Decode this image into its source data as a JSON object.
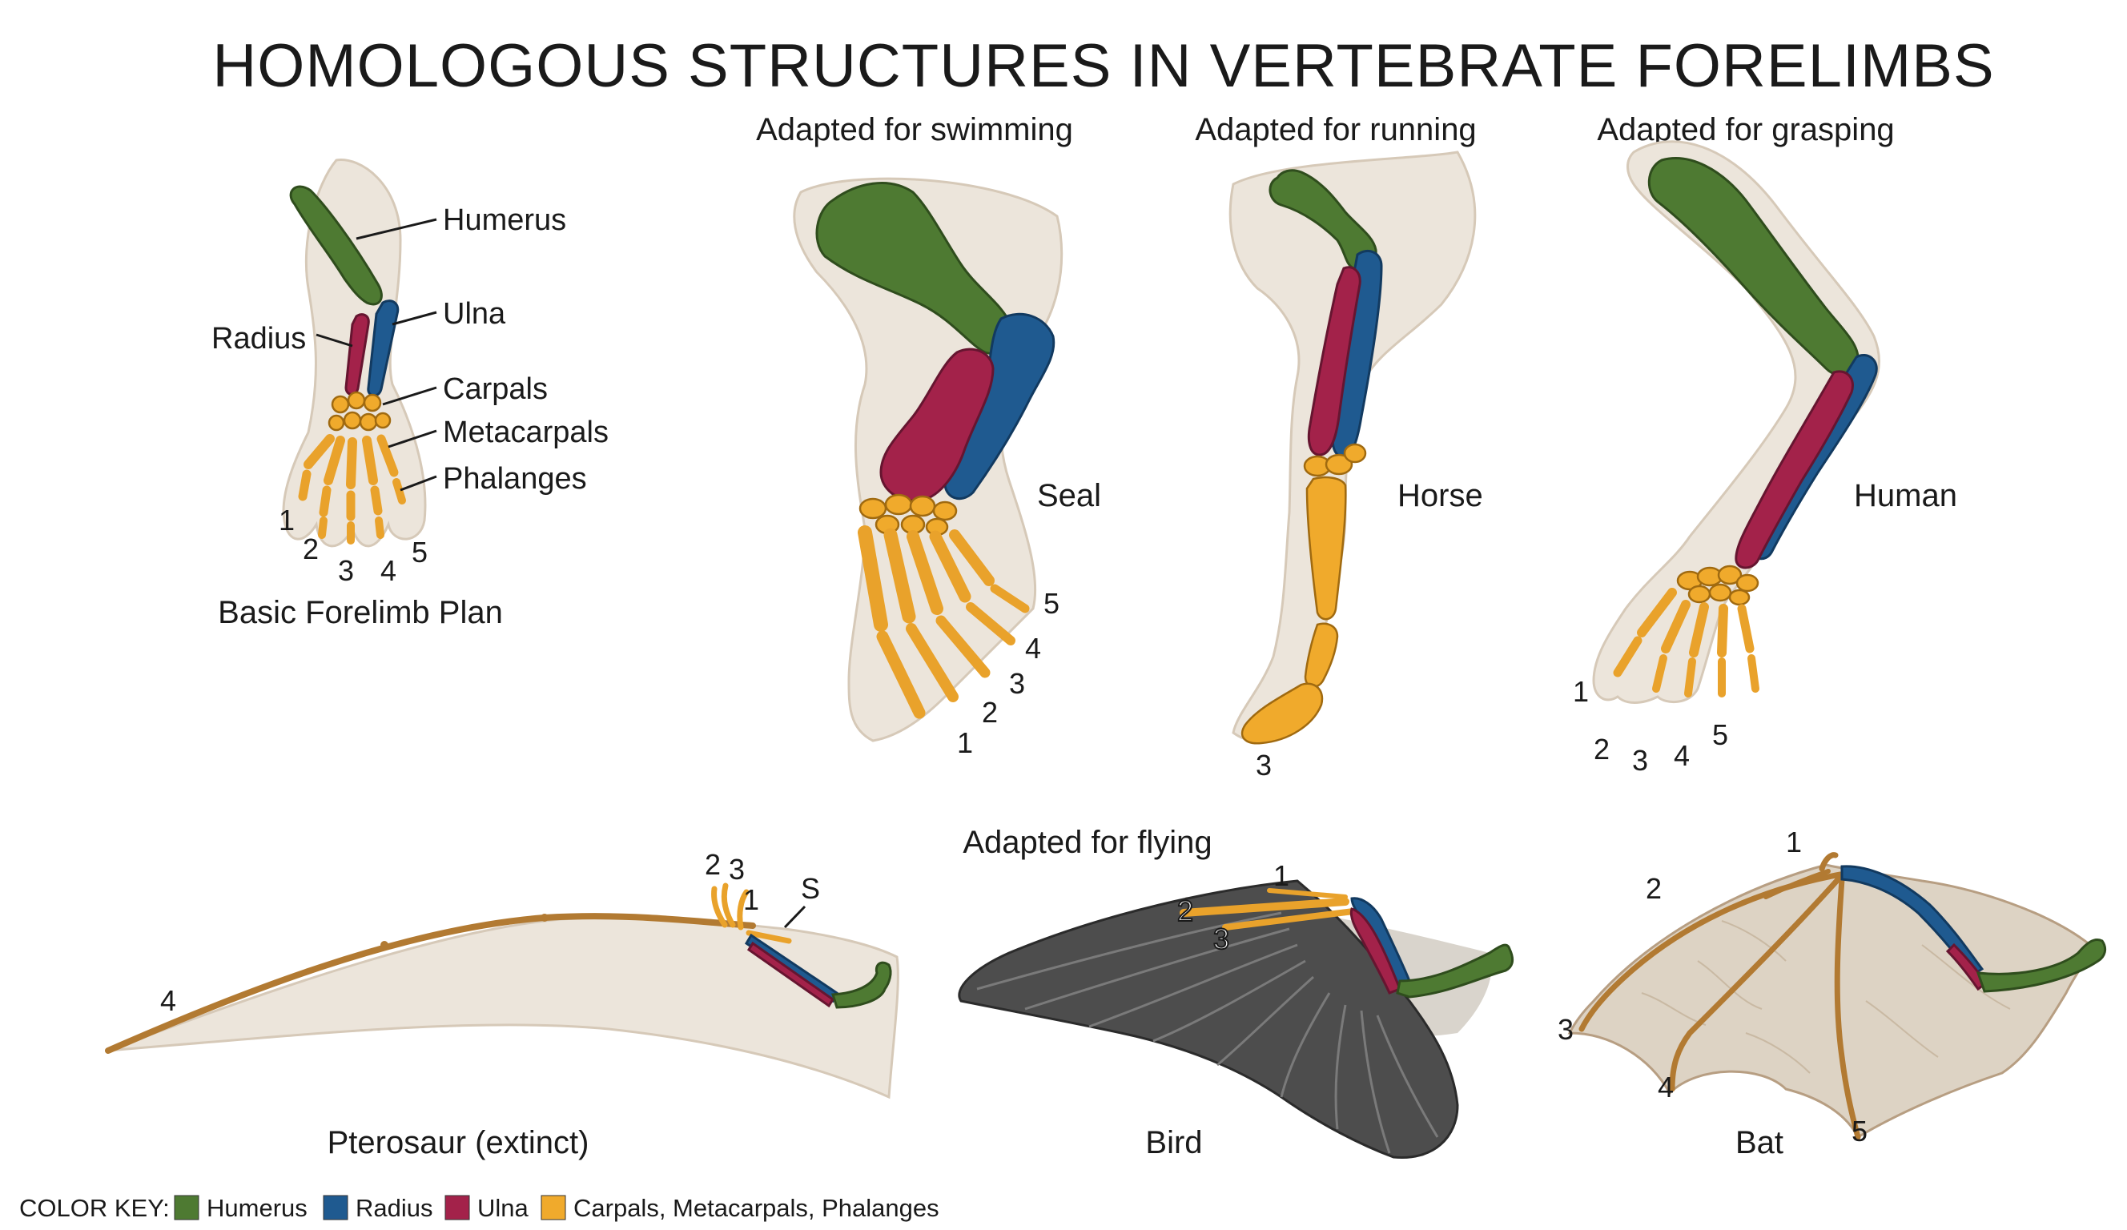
{
  "title": "HOMOLOGOUS STRUCTURES IN VERTEBRATE FORELIMBS",
  "adaptations": {
    "swimming": "Adapted for swimming",
    "running": "Adapted for running",
    "grasping": "Adapted for grasping",
    "flying": "Adapted for flying"
  },
  "basic": {
    "caption": "Basic Forelimb Plan",
    "labels": {
      "humerus": "Humerus",
      "ulna": "Ulna",
      "radius": "Radius",
      "carpals": "Carpals",
      "metacarpals": "Metacarpals",
      "phalanges": "Phalanges"
    },
    "digits": [
      "1",
      "2",
      "3",
      "4",
      "5"
    ]
  },
  "seal": {
    "name": "Seal",
    "digits": [
      "1",
      "2",
      "3",
      "4",
      "5"
    ]
  },
  "horse": {
    "name": "Horse",
    "digits": [
      "3"
    ]
  },
  "human": {
    "name": "Human",
    "digits": [
      "1",
      "2",
      "3",
      "4",
      "5"
    ]
  },
  "pterosaur": {
    "name": "Pterosaur (extinct)",
    "digits": [
      "4",
      "2",
      "3",
      "1",
      "S"
    ]
  },
  "bird": {
    "name": "Bird",
    "digits": [
      "1",
      "2",
      "3"
    ]
  },
  "bat": {
    "name": "Bat",
    "digits": [
      "1",
      "2",
      "3",
      "4",
      "5"
    ]
  },
  "color_key": {
    "label": "COLOR KEY:",
    "items": [
      {
        "label": "Humerus",
        "color": "#4e7a32"
      },
      {
        "label": "Radius",
        "color": "#1f5a90"
      },
      {
        "label": "Ulna",
        "color": "#a3224a"
      },
      {
        "label": "Carpals, Metacarpals, Phalanges",
        "color": "#f0aa2c"
      }
    ]
  }
}
